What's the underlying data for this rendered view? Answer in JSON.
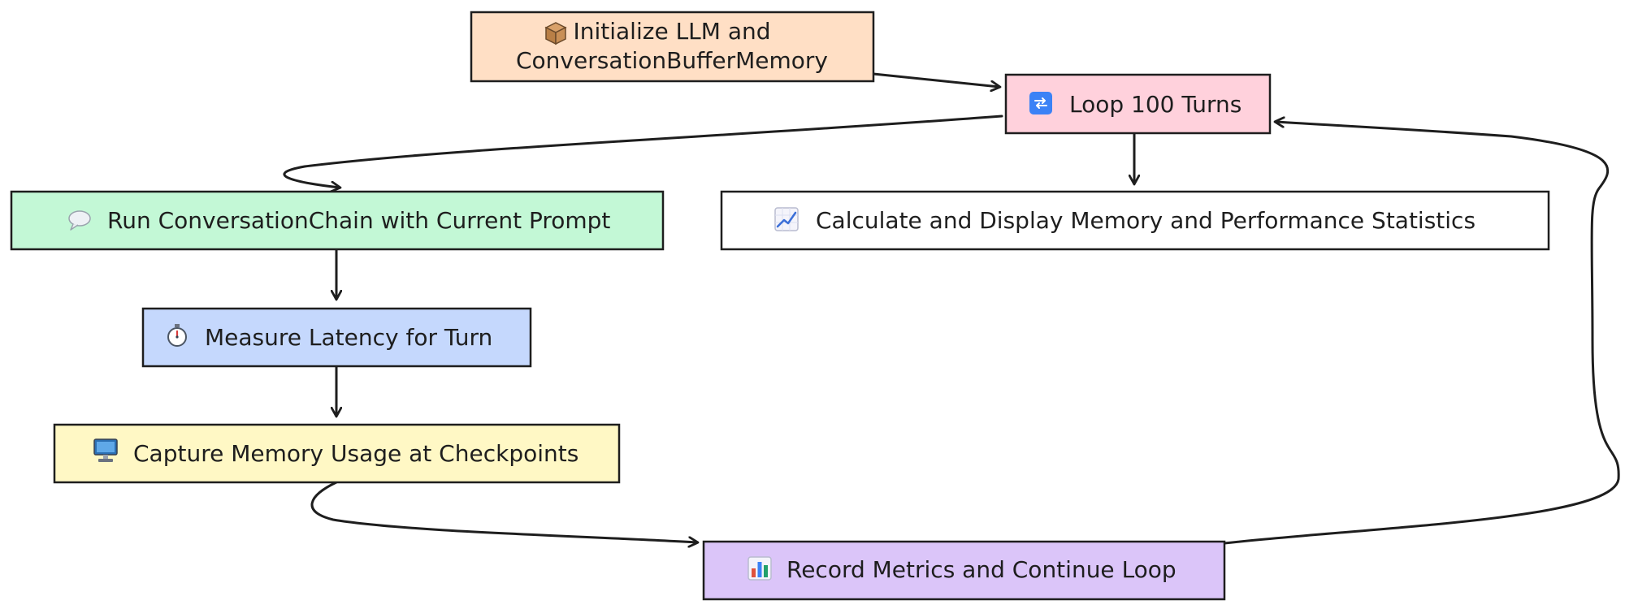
{
  "nodes": {
    "init": {
      "icon": "package-icon",
      "lines": [
        "Initialize LLM and",
        "ConversationBufferMemory"
      ],
      "color": "#ffdfc5"
    },
    "loop": {
      "icon": "repeat-icon",
      "label": "Loop 100 Turns",
      "color": "#ffd1dc"
    },
    "run_chain": {
      "icon": "speech-bubble-icon",
      "label": "Run ConversationChain with Current Prompt",
      "color": "#c3f8d6"
    },
    "stats": {
      "icon": "chart-increasing-icon",
      "label": "Calculate and Display Memory and Performance Statistics",
      "color": "#ffffff"
    },
    "latency": {
      "icon": "stopwatch-icon",
      "label": "Measure Latency for Turn",
      "color": "#c5d8fd"
    },
    "memory": {
      "icon": "desktop-computer-icon",
      "label": "Capture Memory Usage at Checkpoints",
      "color": "#fff8c5"
    },
    "record": {
      "icon": "bar-chart-icon",
      "label": "Record Metrics and Continue Loop",
      "color": "#dbc5f9"
    }
  },
  "edges": [
    {
      "from": "init",
      "to": "loop"
    },
    {
      "from": "loop",
      "to": "run_chain"
    },
    {
      "from": "loop",
      "to": "stats"
    },
    {
      "from": "run_chain",
      "to": "latency"
    },
    {
      "from": "latency",
      "to": "memory"
    },
    {
      "from": "memory",
      "to": "record"
    },
    {
      "from": "record",
      "to": "loop"
    }
  ]
}
